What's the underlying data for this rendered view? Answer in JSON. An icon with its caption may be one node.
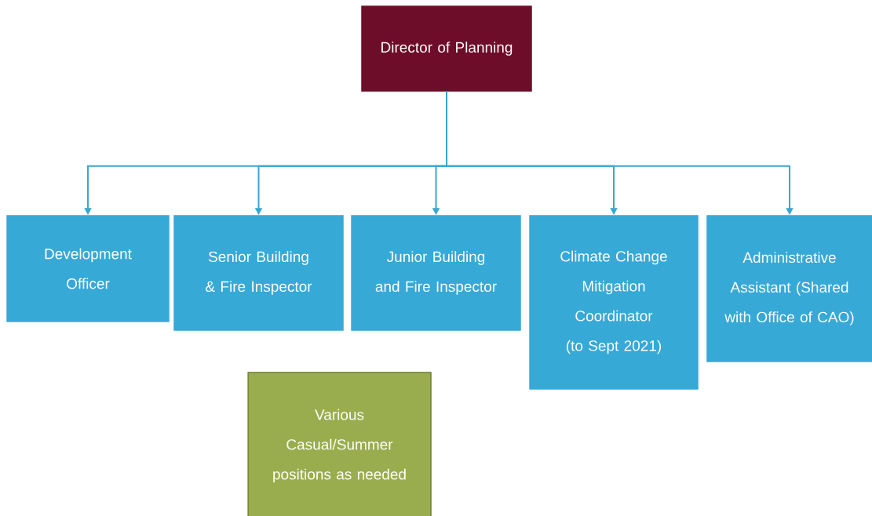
{
  "diagram": {
    "nodes": [
      {
        "text": [
          "Director of Planning"
        ]
      },
      {
        "text": [
          "Development Officer"
        ]
      },
      {
        "text": [
          "Senior Building & Fire Inspector"
        ]
      },
      {
        "text": [
          "Junior Building and Fire Inspector"
        ]
      },
      {
        "text": [
          "Climate Change Mitigation Coordinator (to Sept 2021)"
        ]
      },
      {
        "text": [
          "Administrative Assistant (Shared with Office of CAO)"
        ]
      },
      {
        "text": [
          "Various Casual/Summer positions as needed"
        ]
      }
    ],
    "edges": [
      {
        "from": 0,
        "to": 1,
        "arrow": "to"
      },
      {
        "from": 0,
        "to": 2,
        "arrow": "to"
      },
      {
        "from": 0,
        "to": 3,
        "arrow": "to"
      },
      {
        "from": 0,
        "to": 4,
        "arrow": "to"
      },
      {
        "from": 0,
        "to": 5,
        "arrow": "to"
      }
    ]
  }
}
